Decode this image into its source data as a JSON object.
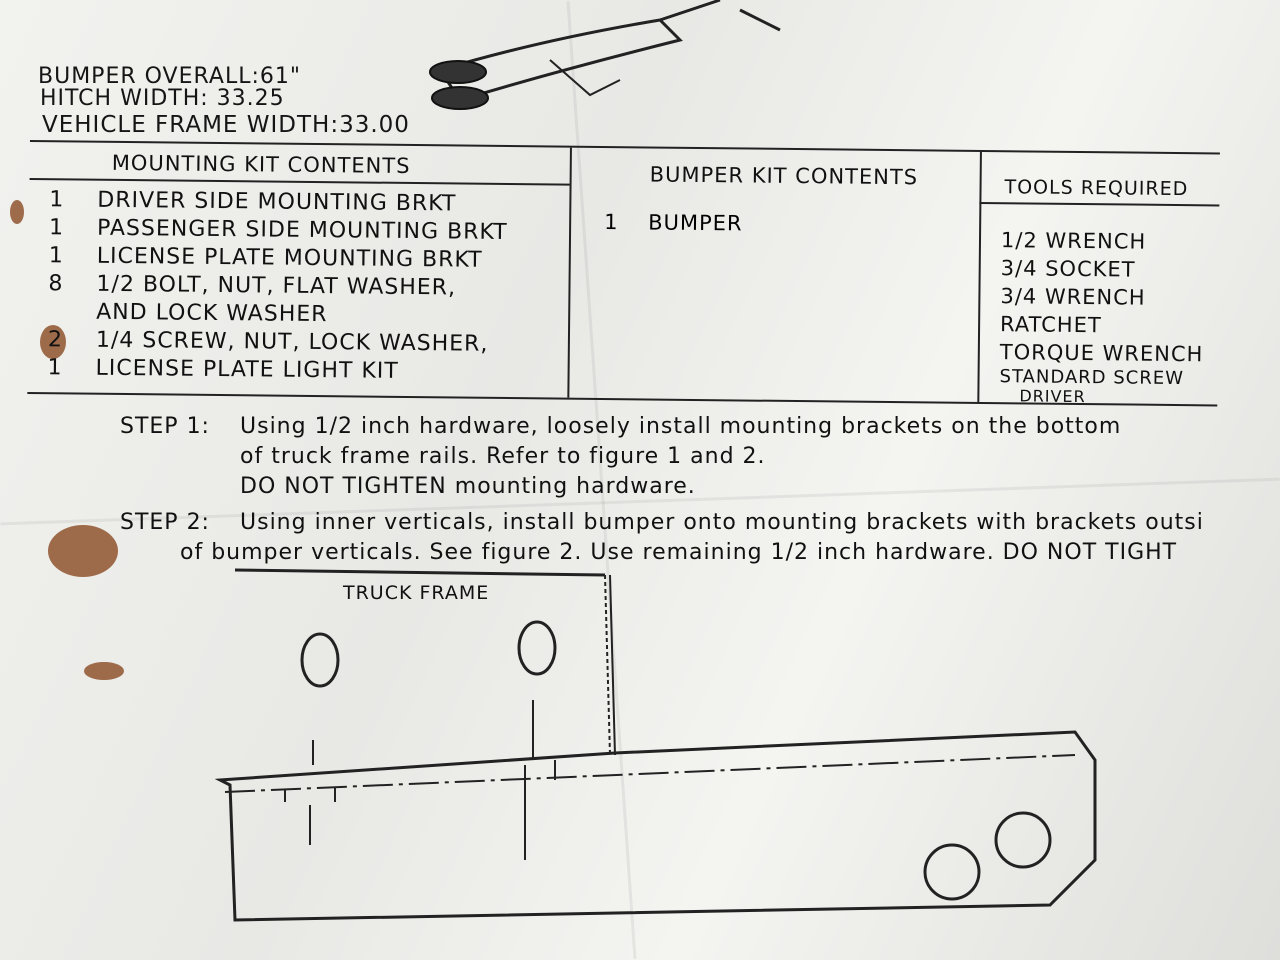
{
  "specs": {
    "bumper_overall": "BUMPER OVERALL:61\"",
    "hitch_width": "HITCH WIDTH: 33.25",
    "vehicle_frame_width": "VEHICLE FRAME WIDTH:33.00"
  },
  "mounting_kit": {
    "header": "MOUNTING KIT CONTENTS",
    "items": [
      {
        "qty": "1",
        "desc": "DRIVER SIDE MOUNTING BRKT"
      },
      {
        "qty": "1",
        "desc": "PASSENGER SIDE MOUNTING BRKT"
      },
      {
        "qty": "1",
        "desc": "LICENSE PLATE MOUNTING BRKT"
      },
      {
        "qty": "8",
        "desc": "1/2 BOLT, NUT, FLAT WASHER,"
      },
      {
        "qty": "",
        "desc": "AND LOCK WASHER"
      },
      {
        "qty": "2",
        "desc": "1/4 SCREW, NUT, LOCK WASHER,"
      },
      {
        "qty": "1",
        "desc": "LICENSE PLATE LIGHT KIT"
      }
    ]
  },
  "bumper_kit": {
    "header": "BUMPER KIT CONTENTS",
    "items": [
      {
        "qty": "1",
        "desc": "BUMPER"
      }
    ]
  },
  "tools": {
    "header": "TOOLS REQUIRED",
    "items": [
      "1/2 WRENCH",
      "3/4 SOCKET",
      "3/4 WRENCH",
      "RATCHET",
      "TORQUE WRENCH",
      "STANDARD SCREW",
      "DRIVER"
    ]
  },
  "steps": [
    {
      "label": "STEP 1:",
      "lines": [
        "Using 1/2 inch hardware, loosely install mounting brackets on the bottom",
        "of truck frame rails.  Refer to figure 1 and 2.",
        "DO NOT TIGHTEN mounting hardware."
      ]
    },
    {
      "label": "STEP 2:",
      "lines": [
        "Using inner verticals,  install bumper onto mounting brackets with brackets outsi",
        "of bumper verticals. See figure 2.  Use remaining 1/2 inch hardware. DO NOT TIGHT"
      ]
    }
  ],
  "figure": {
    "label": "TRUCK FRAME"
  }
}
